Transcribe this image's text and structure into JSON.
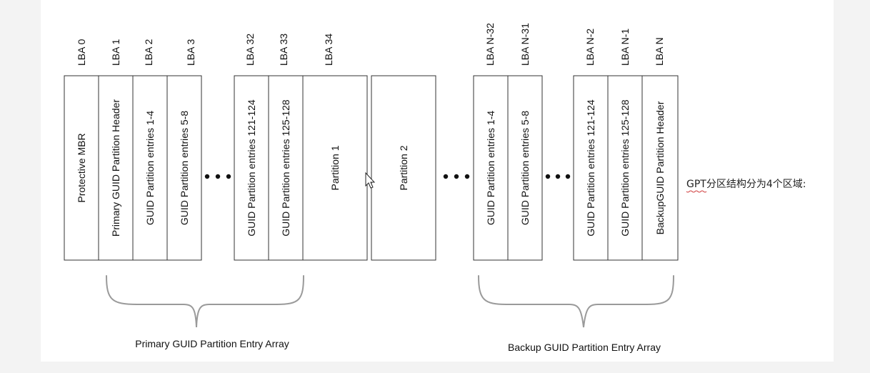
{
  "lba_labels": [
    "LBA 0",
    "LBA 1",
    "LBA 2",
    "LBA 3",
    "LBA 32",
    "LBA 33",
    "LBA 34",
    "LBA N-32",
    "LBA N-31",
    "LBA N-2",
    "LBA N-1",
    "LBA N"
  ],
  "cells": [
    "Protective MBR",
    "Primary GUID Partition Header",
    "GUID Partition entries 1-4",
    "GUID Partition entries 5-8",
    "GUID Partition entries 121-124",
    "GUID Partition entries 125-128",
    "Partition 1",
    "Partition 2",
    "GUID Partition entries 1-4",
    "GUID Partition entries 5-8",
    "GUID Partition entries 121-124",
    "GUID Partition entries 125-128",
    "BackupGUID Partition Header"
  ],
  "brace_labels": {
    "primary": "Primary GUID Partition Entry Array",
    "backup": "Backup GUID Partition Entry Array"
  },
  "note": "GPT分区结构分为4个区域:",
  "icons": {
    "ellipsis": "ellipsis-icon",
    "cursor": "mouse-cursor-icon"
  }
}
